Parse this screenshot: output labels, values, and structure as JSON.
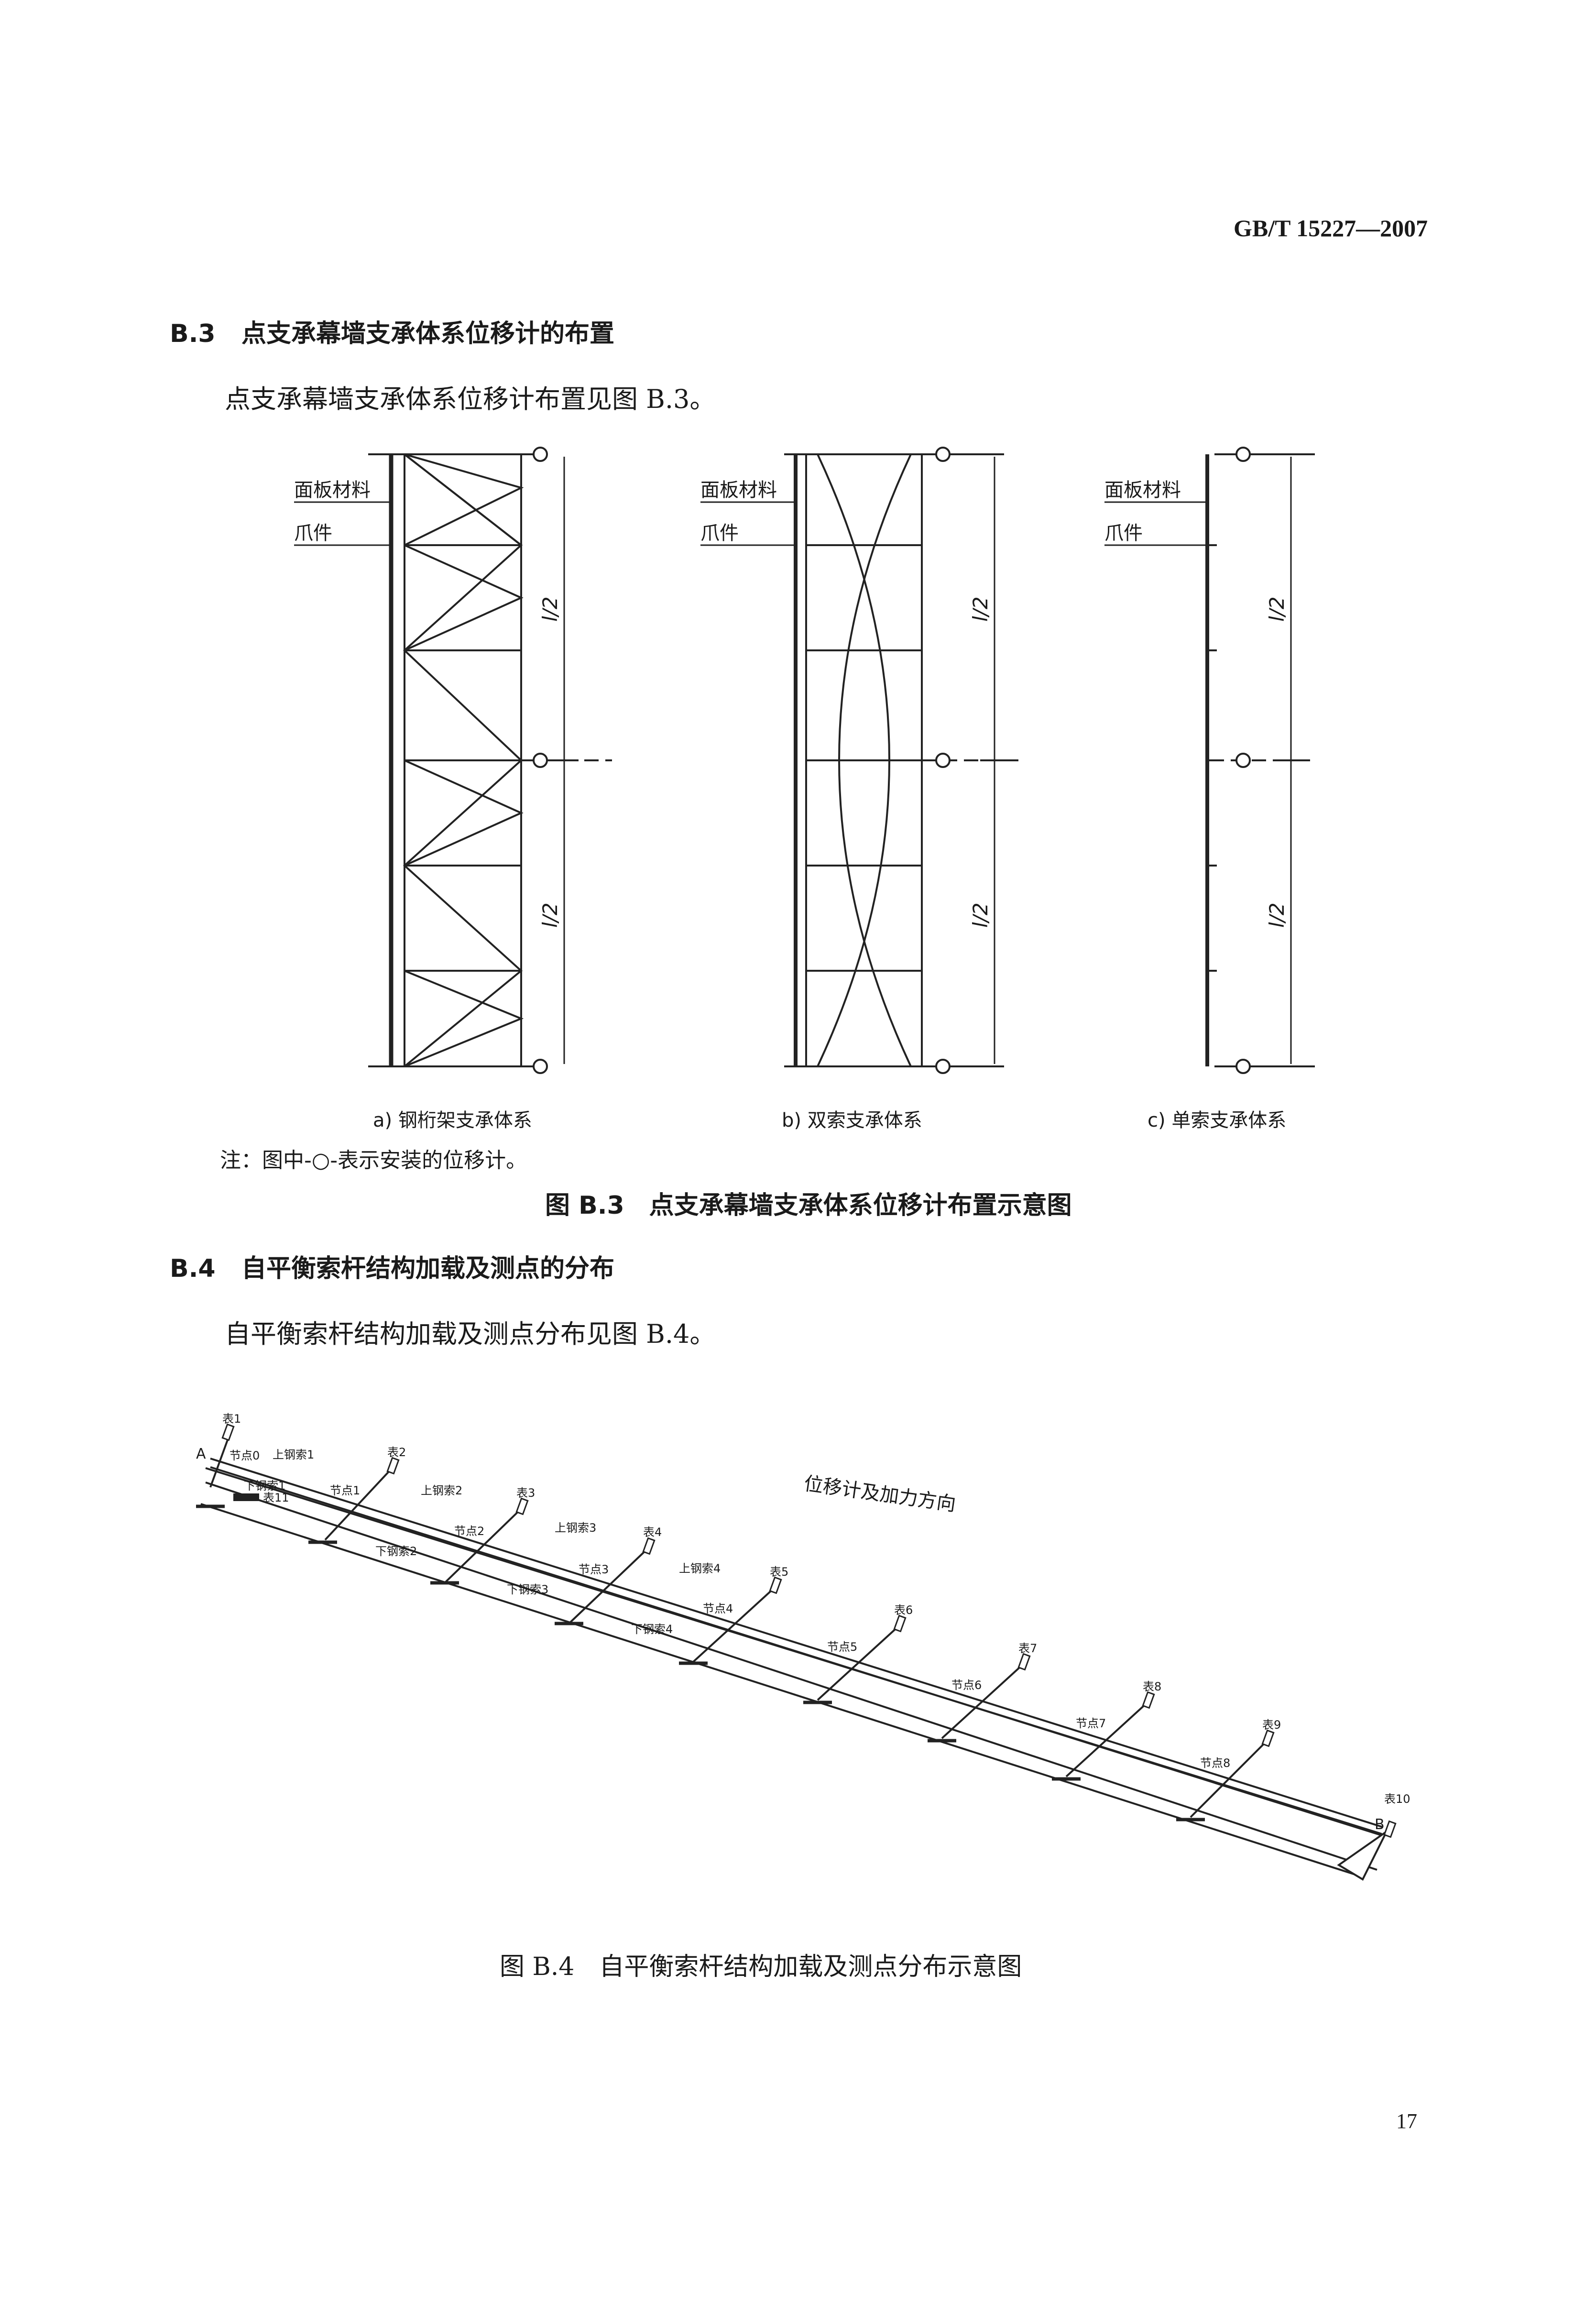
{
  "header": {
    "standard_code": "GB/T 15227—2007"
  },
  "section_b3": {
    "number": "B.3",
    "title": "点支承幕墙支承体系位移计的布置",
    "paragraph": "点支承幕墙支承体系位移计布置见图 B.3。"
  },
  "figure_b3": {
    "label_panel": "面板材料",
    "label_claw": "爪件",
    "dim_label": "l/2",
    "subcaption_a": "a) 钢桁架支承体系",
    "subcaption_b": "b) 双索支承体系",
    "subcaption_c": "c) 单索支承体系",
    "note": "注：图中-○-表示安装的位移计。",
    "caption": "图 B.3　点支承幕墙支承体系位移计布置示意图"
  },
  "section_b4": {
    "number": "B.4",
    "title": "自平衡索杆结构加载及测点的分布",
    "paragraph": "自平衡索杆结构加载及测点分布见图 B.4。"
  },
  "figure_b4": {
    "direction_label": "位移计及加力方向",
    "point_a": "A",
    "point_b": "B",
    "gauges": [
      "表1",
      "表2",
      "表3",
      "表4",
      "表5",
      "表6",
      "表7",
      "表8",
      "表9",
      "表10",
      "表11"
    ],
    "nodes": [
      "节点0",
      "节点1",
      "节点2",
      "节点3",
      "节点4",
      "节点5",
      "节点6",
      "节点7",
      "节点8"
    ],
    "upper_cables": [
      "上钢索1",
      "上钢索2",
      "上钢索3",
      "上钢索4"
    ],
    "lower_cables": [
      "下钢索1",
      "下钢索2",
      "下钢索3",
      "下钢索4"
    ],
    "caption": "图 B.4　自平衡索杆结构加载及测点分布示意图"
  },
  "footer": {
    "page_number": "17"
  }
}
